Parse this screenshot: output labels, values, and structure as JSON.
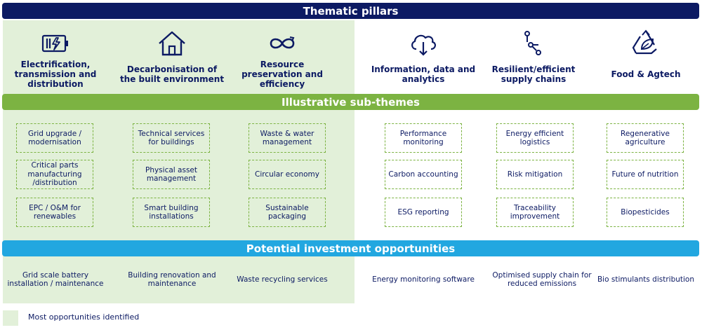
{
  "banners": {
    "thematic": "Thematic pillars",
    "subthemes": "Illustrative sub-themes",
    "opportunities": "Potential investment opportunities"
  },
  "pillars": [
    {
      "label": "Electrification, transmission and distribution",
      "icon": "battery-charging-icon"
    },
    {
      "label": "Decarbonisation of the built environment",
      "icon": "house-icon"
    },
    {
      "label": "Resource preservation and efficiency",
      "icon": "infinity-cycle-icon"
    },
    {
      "label": "Information, data and analytics",
      "icon": "cloud-download-icon"
    },
    {
      "label": "Resilient/efficient supply chains",
      "icon": "route-nodes-icon"
    },
    {
      "label": "Food & Agtech",
      "icon": "recycle-leaf-icon"
    }
  ],
  "subthemes": [
    [
      "Grid upgrade / modernisation",
      "Critical parts manufacturing /distribution",
      "EPC / O&M for renewables"
    ],
    [
      "Technical services for buildings",
      "Physical asset management",
      "Smart building installations"
    ],
    [
      "Waste & water management",
      "Circular economy",
      "Sustainable packaging"
    ],
    [
      "Performance monitoring",
      "Carbon accounting",
      "ESG reporting"
    ],
    [
      "Energy efficient logistics",
      "Risk mitigation",
      "Traceability improvement"
    ],
    [
      "Regenerative agriculture",
      "Future of nutrition",
      "Biopesticides"
    ]
  ],
  "opportunities": [
    "Grid scale battery installation / maintenance",
    "Building renovation and maintenance",
    "Waste recycling services",
    "Energy monitoring software",
    "Optimised supply chain for reduced emissions",
    "Bio stimulants distribution"
  ],
  "legend": {
    "label": "Most opportunities identified"
  },
  "colors": {
    "navy": "#0c1a63",
    "green": "#7cb342",
    "blue": "#22a7e0",
    "light_green": "#e2f0d9"
  }
}
